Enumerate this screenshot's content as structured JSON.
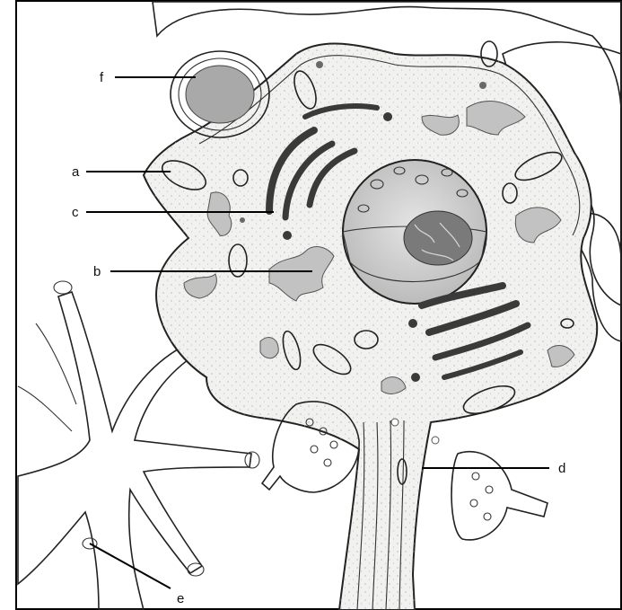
{
  "labels": {
    "a": "a",
    "b": "b",
    "c": "c",
    "d": "d",
    "e": "e",
    "f": "f"
  },
  "colors": {
    "background": "#ffffff",
    "cell_fill": "#f1f1ef",
    "shade": "#bdbdbd",
    "dark_organelle": "#3a3a3a",
    "ink": "#222222"
  }
}
